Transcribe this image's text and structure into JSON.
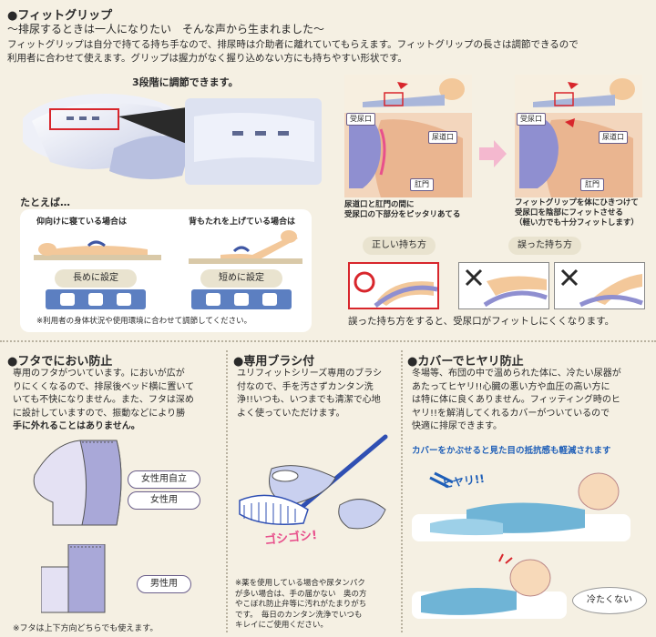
{
  "grip": {
    "heading": "●フィットグリップ",
    "subtitle": "〜排尿するときは一人になりたい　そんな声から生まれました〜",
    "body_line1": "フィットグリップは自分で持てる持ち手なので、排尿時は介助者に離れていてもらえます。フィットグリップの長さは調節できるので",
    "body_line2": "利用者に合わせて使えます。グリップは握力がなく握り込めない方にも持ちやすい形状です。",
    "adjust_caption": "3段階に調節できます。",
    "example_label": "たとえば…",
    "case1_label": "仰向けに寝ている場合は",
    "case2_label": "背もたれを上げている場合は",
    "long_label": "長めに設定",
    "short_label": "短めに設定",
    "panel_note": "※利用者の身体状況や使用環境に合わせて調節してください。",
    "diagram": {
      "left_caption_line1": "尿道口と肛門の間に",
      "left_caption_line2": "受尿口の下部分をピッタリあてる",
      "right_caption_line1": "フィットグリップを体にひきつけて",
      "right_caption_line2": "受尿口を陰部にフィットさせる",
      "right_caption_line3": "（軽い力でも十分フィットします）",
      "receiver_label": "受尿口",
      "urethra_label": "尿道口",
      "anus_label": "肛門"
    },
    "correct_label": "正しい持ち方",
    "wrong_label": "誤った持ち方",
    "wrong_note": "誤った持ち方をすると、受尿口がフィットしにくくなります。"
  },
  "lid": {
    "heading": "●フタでにおい防止",
    "body": [
      "専用のフタがついています。においが広が",
      "りにくくなるので、排尿後ベッド横に置いて",
      "いても不快になりません。また、フタは深め",
      "に設計していますので、振動などにより勝",
      "手に外れることはありません。"
    ],
    "female_stand_label": "女性用自立",
    "female_label": "女性用",
    "male_label": "男性用",
    "note": "※フタは上下方向どちらでも使えます。"
  },
  "brush": {
    "heading": "●専用ブラシ付",
    "body": [
      "ユリフィットシリーズ専用のブラシ",
      "付なので、手を汚さずカンタン洗",
      "浄!!いつも、いつまでも清潔で心地",
      "よく使っていただけます。"
    ],
    "scrub_label": "ゴシゴシ!",
    "note": [
      "※薬を使用している場合や尿タンパク",
      "が多い場合は、手の届かない　奥の方",
      "やこぼれ防止弁等に汚れがたまりがち",
      "です。　毎日のカンタン洗浄でいつも",
      "キレイにご使用ください。"
    ]
  },
  "cover": {
    "heading": "●カバーでヒヤリ防止",
    "body": [
      "冬場等、布団の中で温められた体に、冷たい尿器が",
      "あたってヒヤリ!!心臓の悪い方や血圧の高い方に",
      "は特に体に良くありません。フィッティング時のヒ",
      "ヤリ!!を解消してくれるカバーがついているので",
      "快適に排尿できます。"
    ],
    "highlight": "カバーをかぶせると見た目の抵抗感も軽減されます",
    "hiyari_label": "ヒヤリ!!",
    "not_cold_label": "冷たくない"
  },
  "colors": {
    "accent_blue": "#5c7fc1",
    "highlight_blue": "#1f5fb8",
    "pink": "#e8508c",
    "red": "#d8262c"
  }
}
